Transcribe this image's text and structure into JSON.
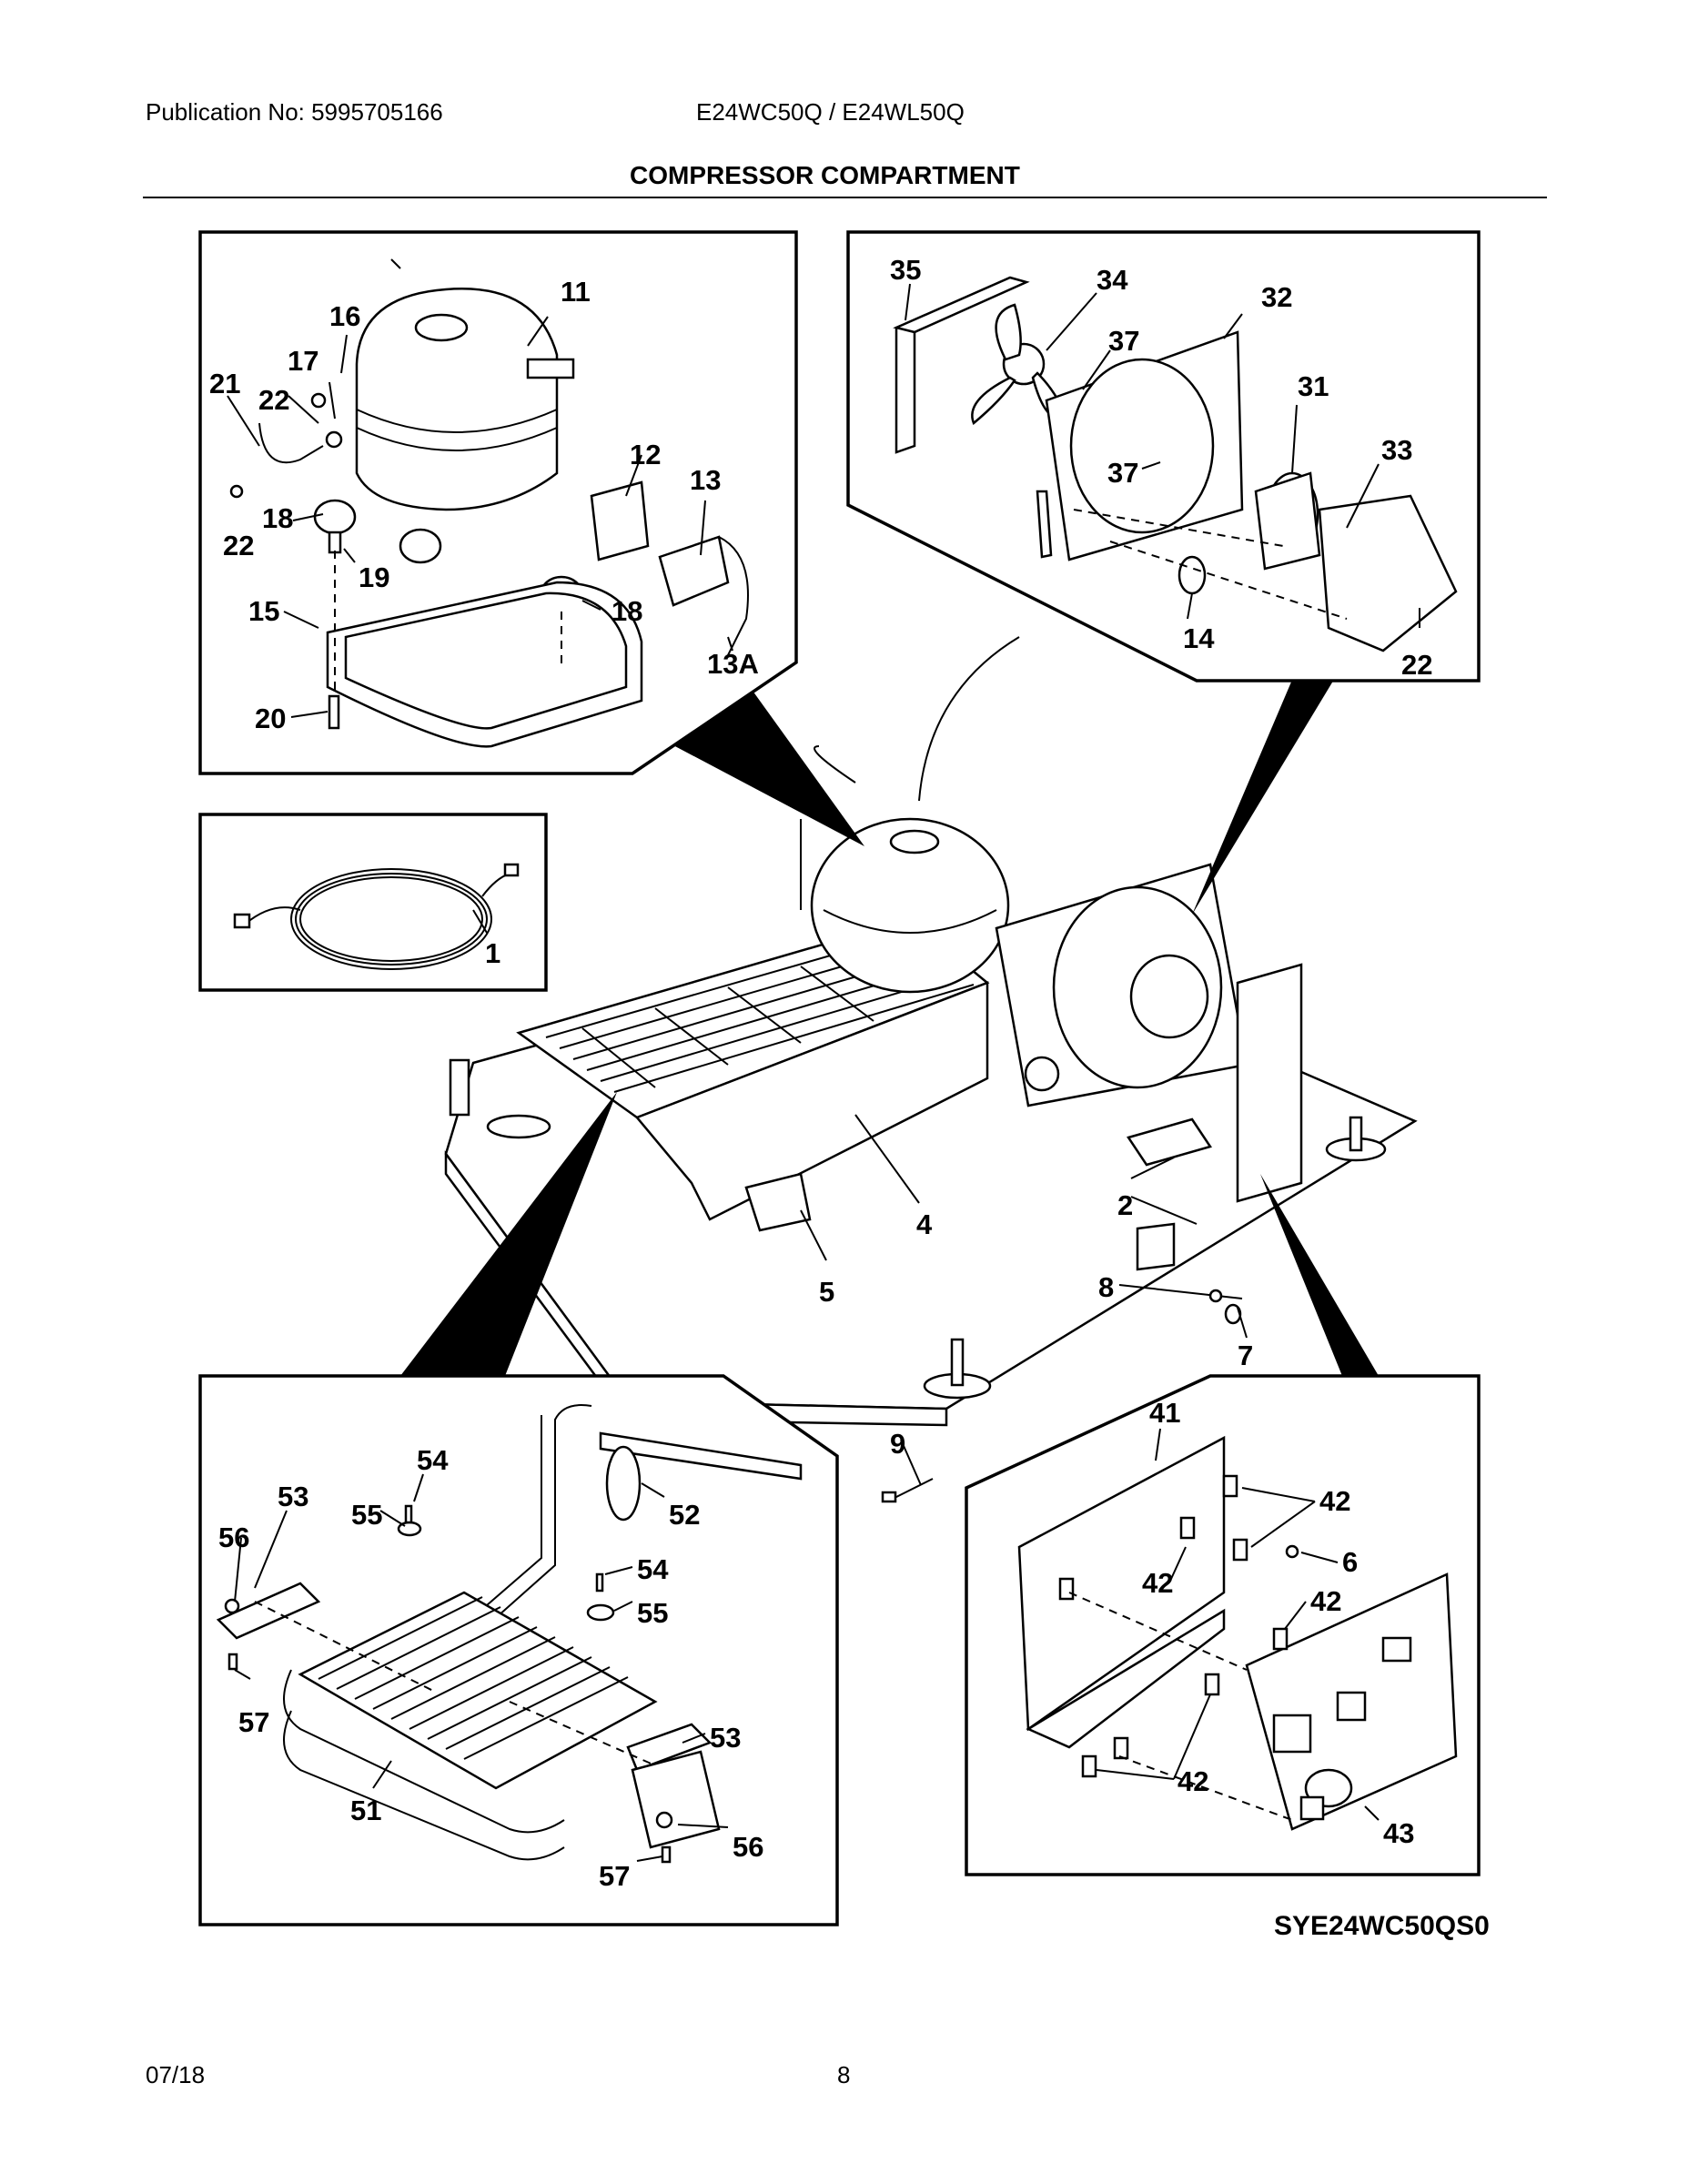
{
  "header": {
    "publication": "Publication No: 5995705166",
    "models": "E24WC50Q / E24WL50Q",
    "section_title": "COMPRESSOR COMPARTMENT"
  },
  "footer": {
    "date": "07/18",
    "page_number": "8",
    "drawing_code": "SYE24WC50QS0"
  },
  "callouts": {
    "compressor_panel": [
      "11",
      "16",
      "17",
      "21",
      "22",
      "22",
      "18",
      "19",
      "12",
      "13",
      "15",
      "18",
      "13A",
      "20"
    ],
    "fan_panel": [
      "35",
      "34",
      "37",
      "32",
      "31",
      "33",
      "37",
      "14",
      "22"
    ],
    "harness_panel": [
      "1"
    ],
    "main_assembly": [
      "2",
      "4",
      "5",
      "8",
      "7",
      "9"
    ],
    "condenser_panel": [
      "54",
      "53",
      "55",
      "52",
      "56",
      "54",
      "55",
      "57",
      "53",
      "51",
      "56",
      "57"
    ],
    "control_panel": [
      "41",
      "42",
      "6",
      "42",
      "42",
      "42",
      "43"
    ]
  }
}
